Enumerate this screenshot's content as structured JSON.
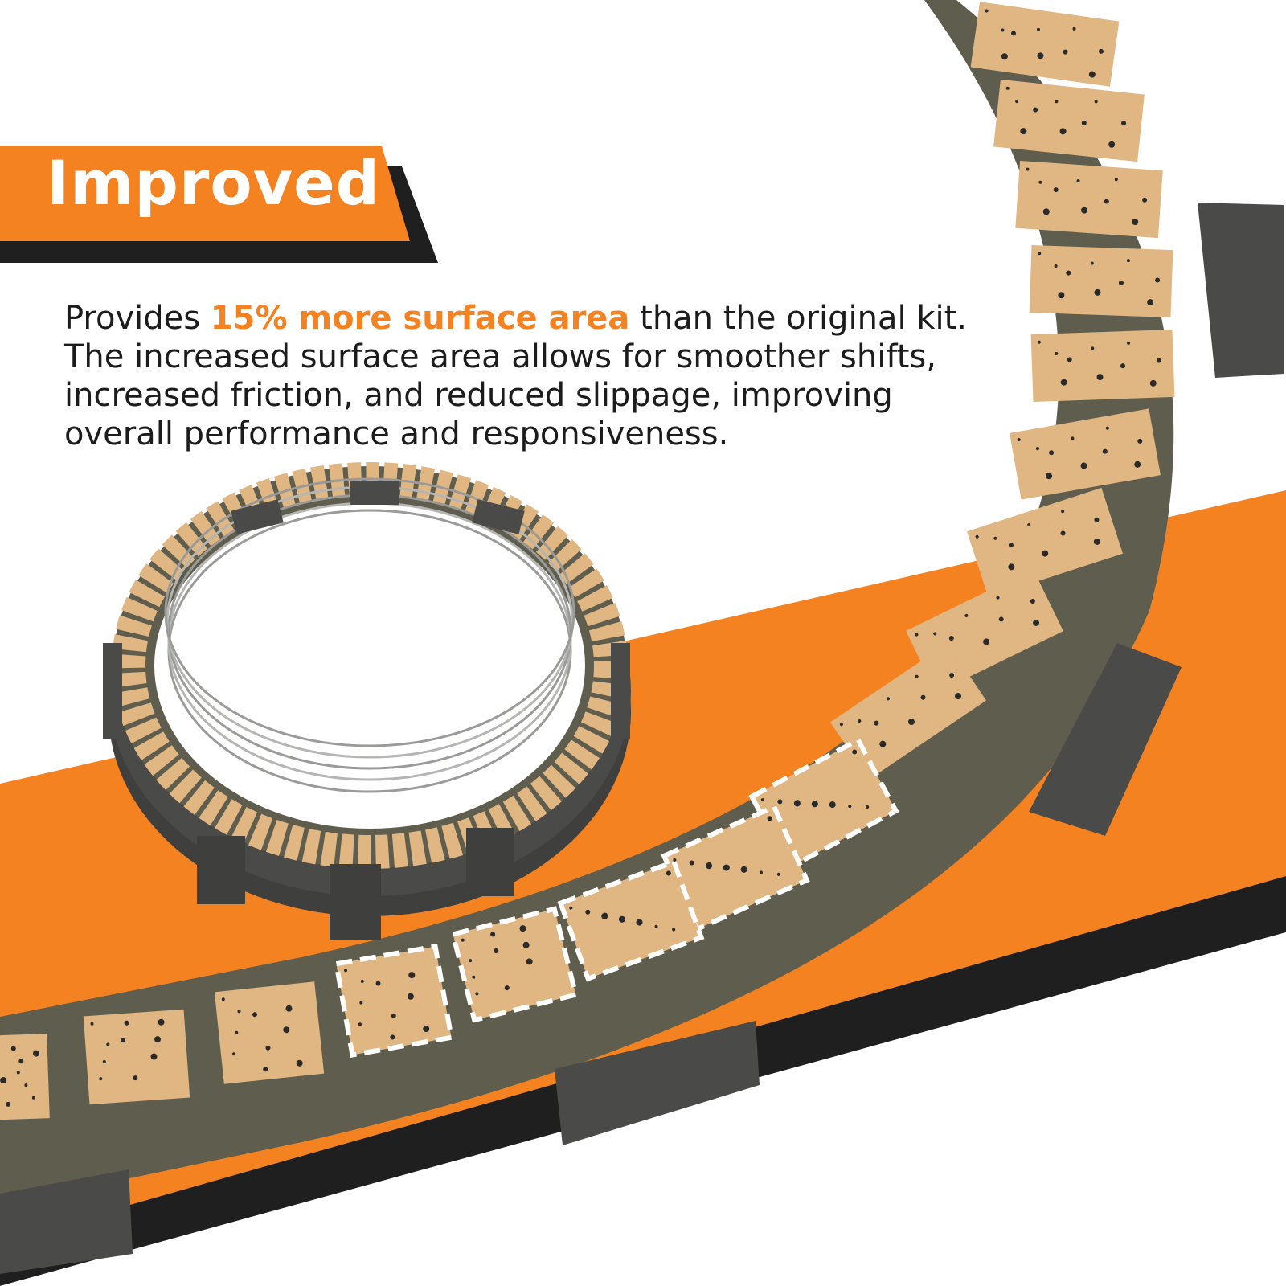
{
  "banner": {
    "label": "Improved"
  },
  "description": {
    "before": "Provides ",
    "highlight": "15% more surface area",
    "after": " than the original kit.",
    "line2": "The increased surface area allows for smoother shifts,",
    "line3": "increased friction, and reduced slippage, improving",
    "line4": "overall performance and responsiveness."
  },
  "colors": {
    "accent": "#f58220",
    "dark": "#1f1f1f",
    "friction_pad": "#e0b683",
    "plate": "#5f5e4e",
    "tab": "#4a4a48"
  }
}
